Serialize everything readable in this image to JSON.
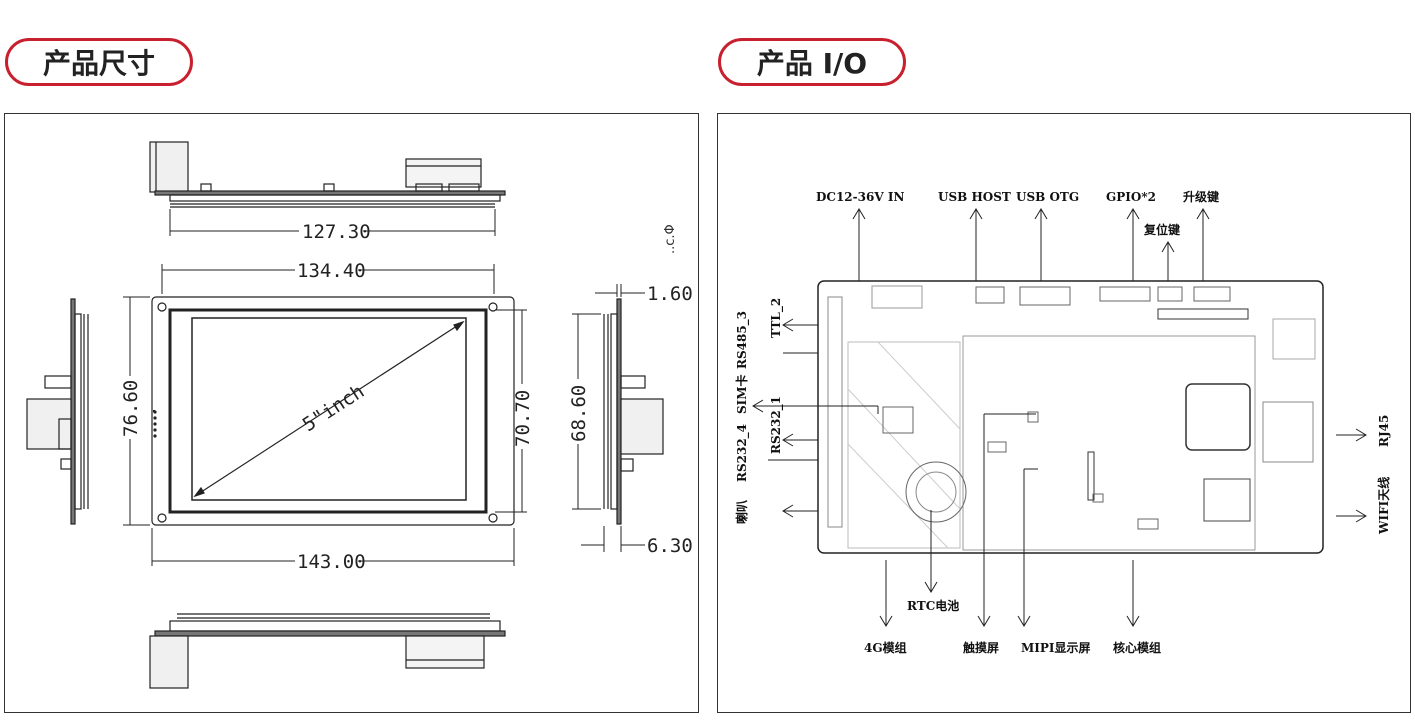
{
  "headers": {
    "dimensions": "产品尺寸",
    "io": "产品 I/O"
  },
  "dimensions": {
    "top_width": "127.30",
    "mid_width": "134.40",
    "overall_width": "143.00",
    "height_outer": "76.60",
    "height_inner": "70.70",
    "side_height": "68.60",
    "thickness_top": "1.60",
    "thickness_bottom": "6.30",
    "diagonal": "5\"inch",
    "side_mark": "..c.Φ"
  },
  "io_labels": {
    "power_in": "DC12-36V IN",
    "usb_host": "USB HOST",
    "usb_otg": "USB OTG",
    "gpio": "GPIO*2",
    "upgrade_key": "升级键",
    "reset_key": "复位键",
    "ttl2": "TTL_2",
    "rs485_3": "RS485_3",
    "sim": "SIM卡",
    "rs232_1": "RS232_1",
    "rs232_4": "RS232_4",
    "speaker": "喇叭",
    "rj45": "RJ45",
    "wifi_antenna": "WIFI天线",
    "rtc_battery": "RTC电池",
    "module_4g": "4G模组",
    "touch_screen": "触摸屏",
    "mipi_display": "MIPI显示屏",
    "core_module": "核心模组"
  },
  "colors": {
    "accent": "#c8202e",
    "line": "#222222",
    "pcb": "#555555"
  }
}
